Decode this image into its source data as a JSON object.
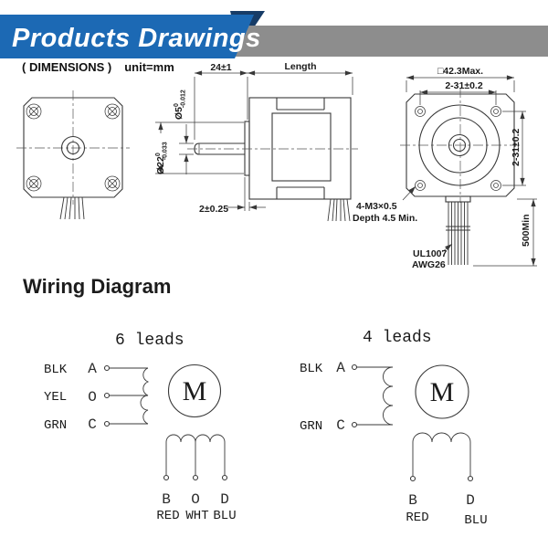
{
  "banner": {
    "title": "Products Drawings"
  },
  "note": {
    "label": "( DIMENSIONS )",
    "unit": "unit=mm"
  },
  "colors": {
    "banner_blue": "#1c69b4",
    "banner_navy": "#173c67",
    "banner_gray": "#8d8d8d",
    "drawing_line": "#383838",
    "text": "#1b1b1b"
  },
  "side_view": {
    "dim_shaft_len": "24±1",
    "dim_length": "Length",
    "shaft_dia": "Ø5",
    "shaft_tol_hi": "0",
    "shaft_tol_lo": "-0.012",
    "boss_dia": "Ø22",
    "boss_tol_hi": "0",
    "boss_tol_lo": "-0.033",
    "dim_boss_len": "2±0.25"
  },
  "rear_view": {
    "dim_frame": "□42.3Max.",
    "dim_holes_h": "2-31±0.2",
    "dim_holes_v": "2-31±0.2",
    "thread_note1": "4-M3×0.5",
    "thread_note2": "Depth 4.5 Min.",
    "wire_len": "500Min",
    "wire_note1": "UL1007",
    "wire_note2": "AWG26"
  },
  "wiring": {
    "heading": "Wiring Diagram",
    "six": {
      "title": "6 leads",
      "motor": "M",
      "left": [
        {
          "color": "BLK",
          "pin": "A"
        },
        {
          "color": "YEL",
          "pin": "O"
        },
        {
          "color": "GRN",
          "pin": "C"
        }
      ],
      "bottom": [
        {
          "pin": "B",
          "color": "RED"
        },
        {
          "pin": "O",
          "color": "WHT"
        },
        {
          "pin": "D",
          "color": "BLU"
        }
      ]
    },
    "four": {
      "title": "4 leads",
      "motor": "M",
      "left": [
        {
          "color": "BLK",
          "pin": "A"
        },
        {
          "color": "GRN",
          "pin": "C"
        }
      ],
      "bottom": [
        {
          "pin": "B",
          "color": "RED"
        },
        {
          "pin": "D",
          "color": "BLU"
        }
      ]
    }
  }
}
